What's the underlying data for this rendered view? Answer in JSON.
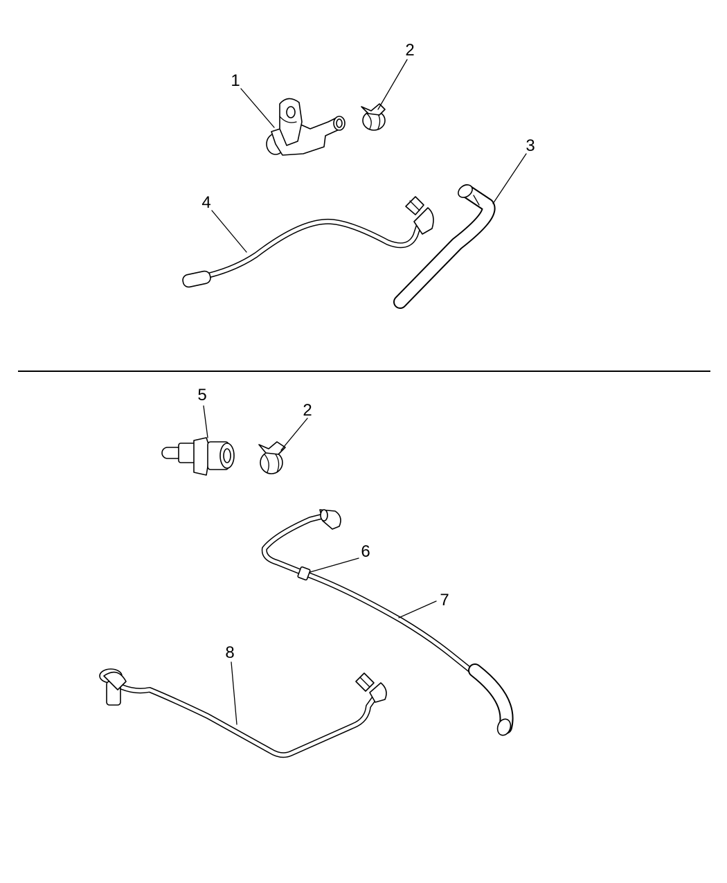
{
  "callouts": {
    "c1": "1",
    "c2_top": "2",
    "c3": "3",
    "c4": "4",
    "c5": "5",
    "c2_bottom": "2",
    "c6": "6",
    "c7": "7",
    "c8": "8"
  },
  "colors": {
    "line": "#000000",
    "background": "#ffffff"
  }
}
